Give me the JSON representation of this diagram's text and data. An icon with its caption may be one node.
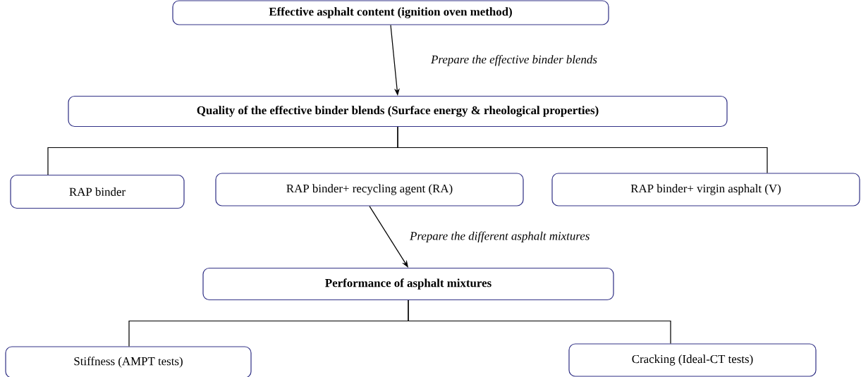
{
  "diagram": {
    "nodes": [
      {
        "text": [
          "Effective asphalt content (ignition oven method)"
        ]
      },
      {
        "text": [
          "Quality of the effective binder blends (Surface energy & rheological properties)"
        ]
      },
      {
        "text": [
          "RAP binder"
        ]
      },
      {
        "text": [
          "RAP binder+ recycling agent (RA)"
        ]
      },
      {
        "text": [
          "RAP binder+ virgin asphalt (V)"
        ]
      },
      {
        "text": [
          "Performance of asphalt mixtures"
        ]
      },
      {
        "text": [
          "Stiffness (AMPT tests)"
        ]
      },
      {
        "text": [
          "Cracking (Ideal-CT tests)"
        ]
      }
    ],
    "edges": [
      {
        "from": 0,
        "to": 1,
        "arrow": "to",
        "label": "Prepare the effective binder blends"
      },
      {
        "from": 1,
        "to": 2,
        "arrow": "none"
      },
      {
        "from": 1,
        "to": 4,
        "arrow": "none"
      },
      {
        "from": 3,
        "to": 5,
        "arrow": "to",
        "label": "Prepare the different asphalt mixtures"
      },
      {
        "from": 5,
        "to": 6,
        "arrow": "none"
      },
      {
        "from": 5,
        "to": 7,
        "arrow": "none"
      }
    ]
  }
}
